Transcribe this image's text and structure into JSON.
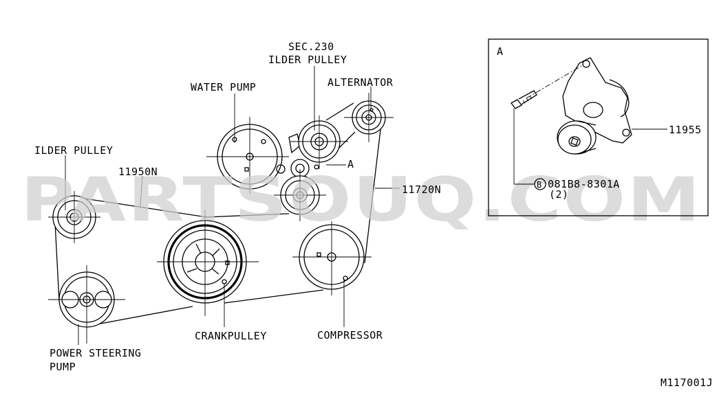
{
  "labels": {
    "sec230": "SEC.230",
    "ilder_pulley_top": "ILDER PULLEY",
    "water_pump": "WATER PUMP",
    "alternator": "ALTERNATOR",
    "ref_a_main": "A",
    "ilder_pulley_left": "ILDER PULLEY",
    "belt_11950n": "11950N",
    "belt_11720n": "11720N",
    "crankpulley": "CRANKPULLEY",
    "compressor": "COMPRESSOR",
    "power_steering_line1": "POWER STEERING",
    "power_steering_line2": "PUMP"
  },
  "inset": {
    "title": "A",
    "part_11955": "11955",
    "bolt_symbol": "B",
    "bolt_part": "081B8-8301A",
    "bolt_qty": "(2)"
  },
  "watermark": "PARTSOUQ.COM",
  "diagram_code": "M117001J"
}
